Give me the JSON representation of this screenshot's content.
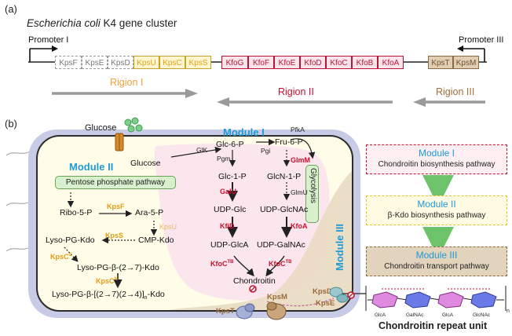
{
  "panel_a": {
    "label": "(a)",
    "title_italic": "Escherichia coli",
    "title_rest": " K4 gene cluster",
    "promoter_left": "Promoter I",
    "promoter_right": "Promoter III",
    "genes": [
      {
        "name": "KpsF",
        "kind": "grey"
      },
      {
        "name": "KpsE",
        "kind": "grey"
      },
      {
        "name": "KpsD",
        "kind": "grey"
      },
      {
        "name": "KpsU",
        "kind": "yellow"
      },
      {
        "name": "KpsC",
        "kind": "yellow"
      },
      {
        "name": "KpsS",
        "kind": "yellow"
      },
      {
        "name": "KfoG",
        "kind": "red"
      },
      {
        "name": "KfoF",
        "kind": "red"
      },
      {
        "name": "KfoE",
        "kind": "red"
      },
      {
        "name": "KfoD",
        "kind": "red"
      },
      {
        "name": "KfoC",
        "kind": "red"
      },
      {
        "name": "KfoB",
        "kind": "red"
      },
      {
        "name": "KfoA",
        "kind": "red"
      },
      {
        "name": "KpsT",
        "kind": "tan"
      },
      {
        "name": "KpsM",
        "kind": "tan"
      }
    ],
    "regions": [
      {
        "label": "Rigion I",
        "color": "#f0a13a"
      },
      {
        "label": "Rigion II",
        "color": "#c8102e"
      },
      {
        "label": "Rigion III",
        "color": "#a0703c"
      }
    ]
  },
  "panel_b": {
    "label": "(b)",
    "glucose_outside": "Glucose",
    "glucose_inside": "Glucose",
    "module1_title": "Module I",
    "module2_title": "Module II",
    "module3_title": "Module III",
    "pentose": "Pentose phosphate pathway",
    "glycolysis": "Glycolysis",
    "metabolites": {
      "glc6p": "Glc-6-P",
      "fru6p": "Fru-6-P",
      "glc1p": "Glc-1-P",
      "glcn1p": "GlcN-1-P",
      "udpglc": "UDP-Glc",
      "udpglcnac": "UDP-GlcNAc",
      "udpglca": "UDP-GlcA",
      "udpgalnac": "UDP-GalNAc",
      "chondroitin": "Chondroitin",
      "ribo5p": "Ribo-5-P",
      "ara5p": "Ara-5-P",
      "cmpkdo": "CMP-Kdo",
      "lysopgkdo": "Lyso-PG-Kdo",
      "lysopgb27": "Lyso-PG-β-(2→7)-Kdo",
      "lysofinal_a": "Lyso-PG-β-[(2→7)(2→4)]",
      "lysofinal_n": "n",
      "lysofinal_b": "-Kdo"
    },
    "enzymes": {
      "glk": "GlK",
      "pgi": "Pgi",
      "pfka": "PfkA",
      "pgm": "Pgm",
      "glmm": "GlmM",
      "galu": "GalU",
      "glmu": "GlmU",
      "kfod": "KfiD",
      "kfoa": "KfoA",
      "kfoc_l": "KfoC",
      "kfoc_l_sup": "TB",
      "kfoc_r": "KfoC",
      "kfoc_r_sup": "TB",
      "kpsf": "KpsF",
      "kpsu": "KpsU",
      "kpss": "KpsS",
      "kpscc": "KpsC",
      "kpscc_sup": "C",
      "kpscn": "KpsC",
      "kpscn_sup": "N",
      "kpst": "KpsT",
      "kpsm": "KpsM",
      "kpsd": "KpsD",
      "kpse": "KpsE"
    },
    "legend": [
      {
        "title": "Module I",
        "text": "Chondroitin biosynthesis pathway"
      },
      {
        "title": "Module II",
        "text": "β-Kdo biosynthesis pathway"
      },
      {
        "title": "Module III",
        "text": "Chondroitin transport pathway"
      }
    ],
    "repeat": {
      "caption": "Chondroitin repeat unit",
      "sugars": [
        "GlcA",
        "GalNAc",
        "GlcA",
        "GlcNAc"
      ],
      "subscript": "n"
    }
  }
}
